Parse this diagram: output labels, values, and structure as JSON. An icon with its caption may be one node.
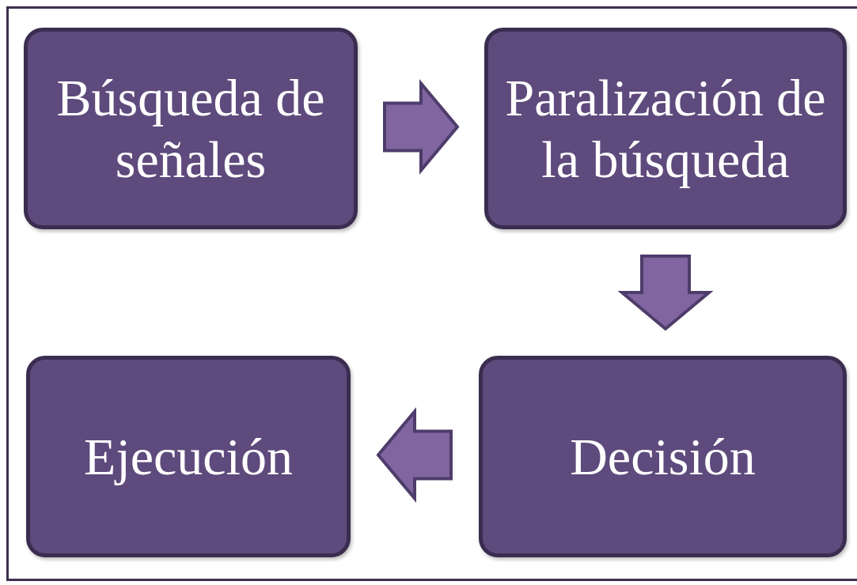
{
  "diagram": {
    "nodes": [
      {
        "text": [
          "Búsqueda de señales"
        ]
      },
      {
        "text": [
          "Paralización de la búsqueda"
        ]
      },
      {
        "text": [
          "Ejecución"
        ]
      },
      {
        "text": [
          "Decisión"
        ]
      }
    ],
    "edges": [
      {
        "from": 0,
        "to": 1,
        "arrow": "to"
      },
      {
        "from": 1,
        "to": 3,
        "arrow": "to"
      },
      {
        "from": 3,
        "to": 2,
        "arrow": "to"
      }
    ]
  }
}
